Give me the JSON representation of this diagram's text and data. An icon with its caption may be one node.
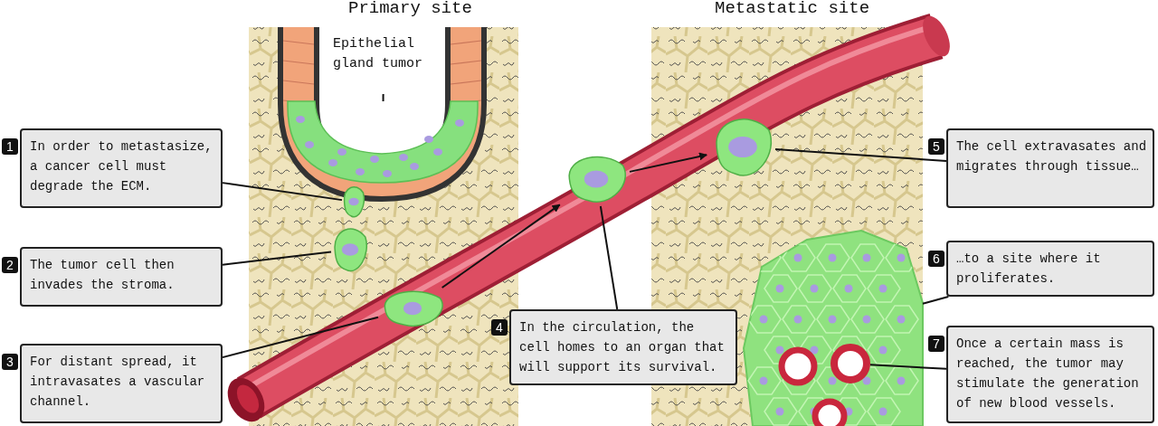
{
  "diagram": {
    "nodes": [
      {
        "text": [
          "Epithelial gland tumor"
        ]
      },
      {
        "text": [],
        "shape": "picture"
      },
      {
        "text": [
          "1",
          "In order to metastasize, a cancer cell must degrade the ECM."
        ]
      },
      {
        "text": [],
        "shape": "picture"
      },
      {
        "text": [
          "2",
          "The tumor cell then invades the stroma."
        ]
      },
      {
        "text": [],
        "shape": "picture"
      },
      {
        "text": [
          "3",
          "For distant spread, it intravasates a vascular channel."
        ]
      },
      {
        "text": [],
        "shape": "picture"
      },
      {
        "text": [
          "4",
          "In the circulation, the cell homes to an organ that will support its survival."
        ]
      },
      {
        "text": [],
        "shape": "picture"
      },
      {
        "text": [
          "5",
          "The cell extravasates and migrates through tissue…"
        ]
      },
      {
        "text": [],
        "shape": "picture"
      },
      {
        "text": [
          "6",
          "…to a site where it proliferates."
        ]
      },
      {
        "text": [],
        "shape": "picture"
      },
      {
        "text": [
          "7",
          "Once a certain mass is reached, the tumor may stimulate the generation of new blood vessels."
        ]
      },
      {
        "text": [],
        "shape": "circle",
        "in": 13
      }
    ],
    "edges": [
      {
        "from": 0,
        "to": 1,
        "arrow": "none"
      },
      {
        "from": 2,
        "to": 3,
        "arrow": "none"
      },
      {
        "from": 4,
        "to": 5,
        "arrow": "none"
      },
      {
        "from": 6,
        "to": 7,
        "arrow": "none"
      },
      {
        "from": 8,
        "to": 9,
        "arrow": "none"
      },
      {
        "from": 10,
        "to": 11,
        "arrow": "none"
      },
      {
        "from": 12,
        "to": 13,
        "arrow": "none"
      },
      {
        "from": 14,
        "to": 15,
        "arrow": "none"
      },
      {
        "from": 7,
        "to": 9,
        "arrow": "to"
      },
      {
        "from": 9,
        "to": 11,
        "arrow": "to"
      }
    ],
    "labels": [
      "Primary site",
      "Metastatic site"
    ]
  }
}
